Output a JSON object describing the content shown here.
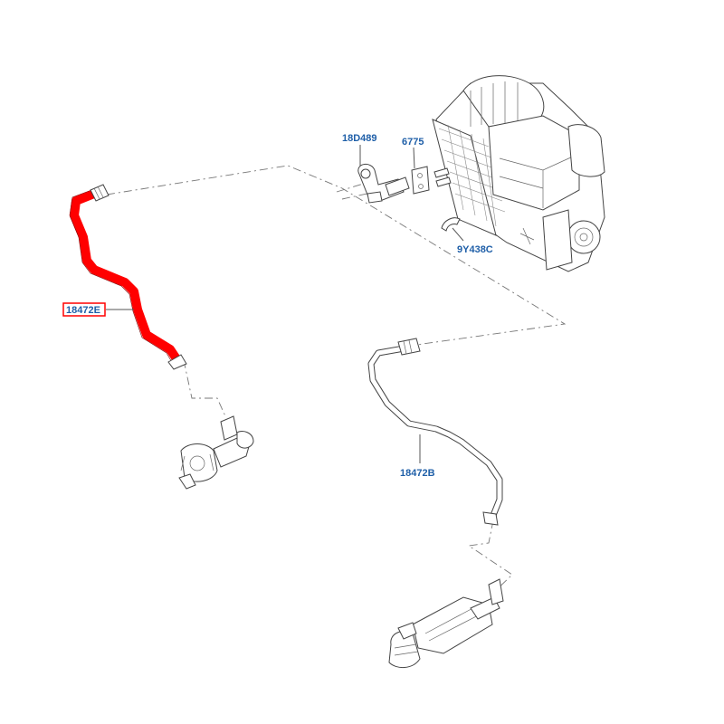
{
  "colors": {
    "callout": "#1f5fa8",
    "highlight": "#ff0000",
    "line": "#555555"
  },
  "callouts": {
    "hose_upper": "18472E",
    "hose_lower": "18472B",
    "valve": "18D489",
    "gasket": "6775",
    "clip": "9Y438C"
  }
}
